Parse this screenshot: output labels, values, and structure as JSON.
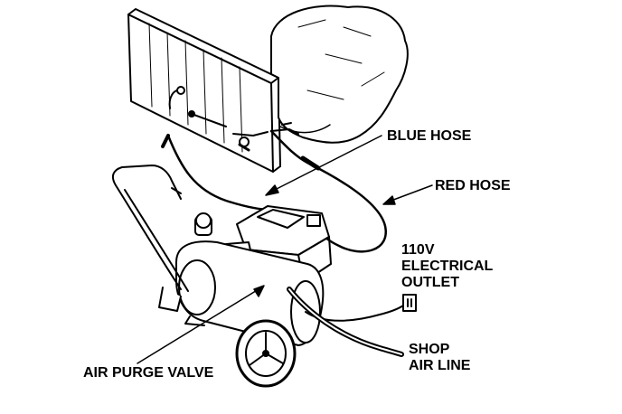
{
  "labels": {
    "blue_hose": "BLUE HOSE",
    "red_hose": "RED HOSE",
    "outlet": [
      "110V",
      "ELECTRICAL",
      "OUTLET"
    ],
    "shop_air_line": [
      "SHOP",
      "AIR LINE"
    ],
    "air_purge_valve": "AIR PURGE VALVE"
  },
  "colors": {
    "line": "#000000",
    "background": "#ffffff"
  }
}
